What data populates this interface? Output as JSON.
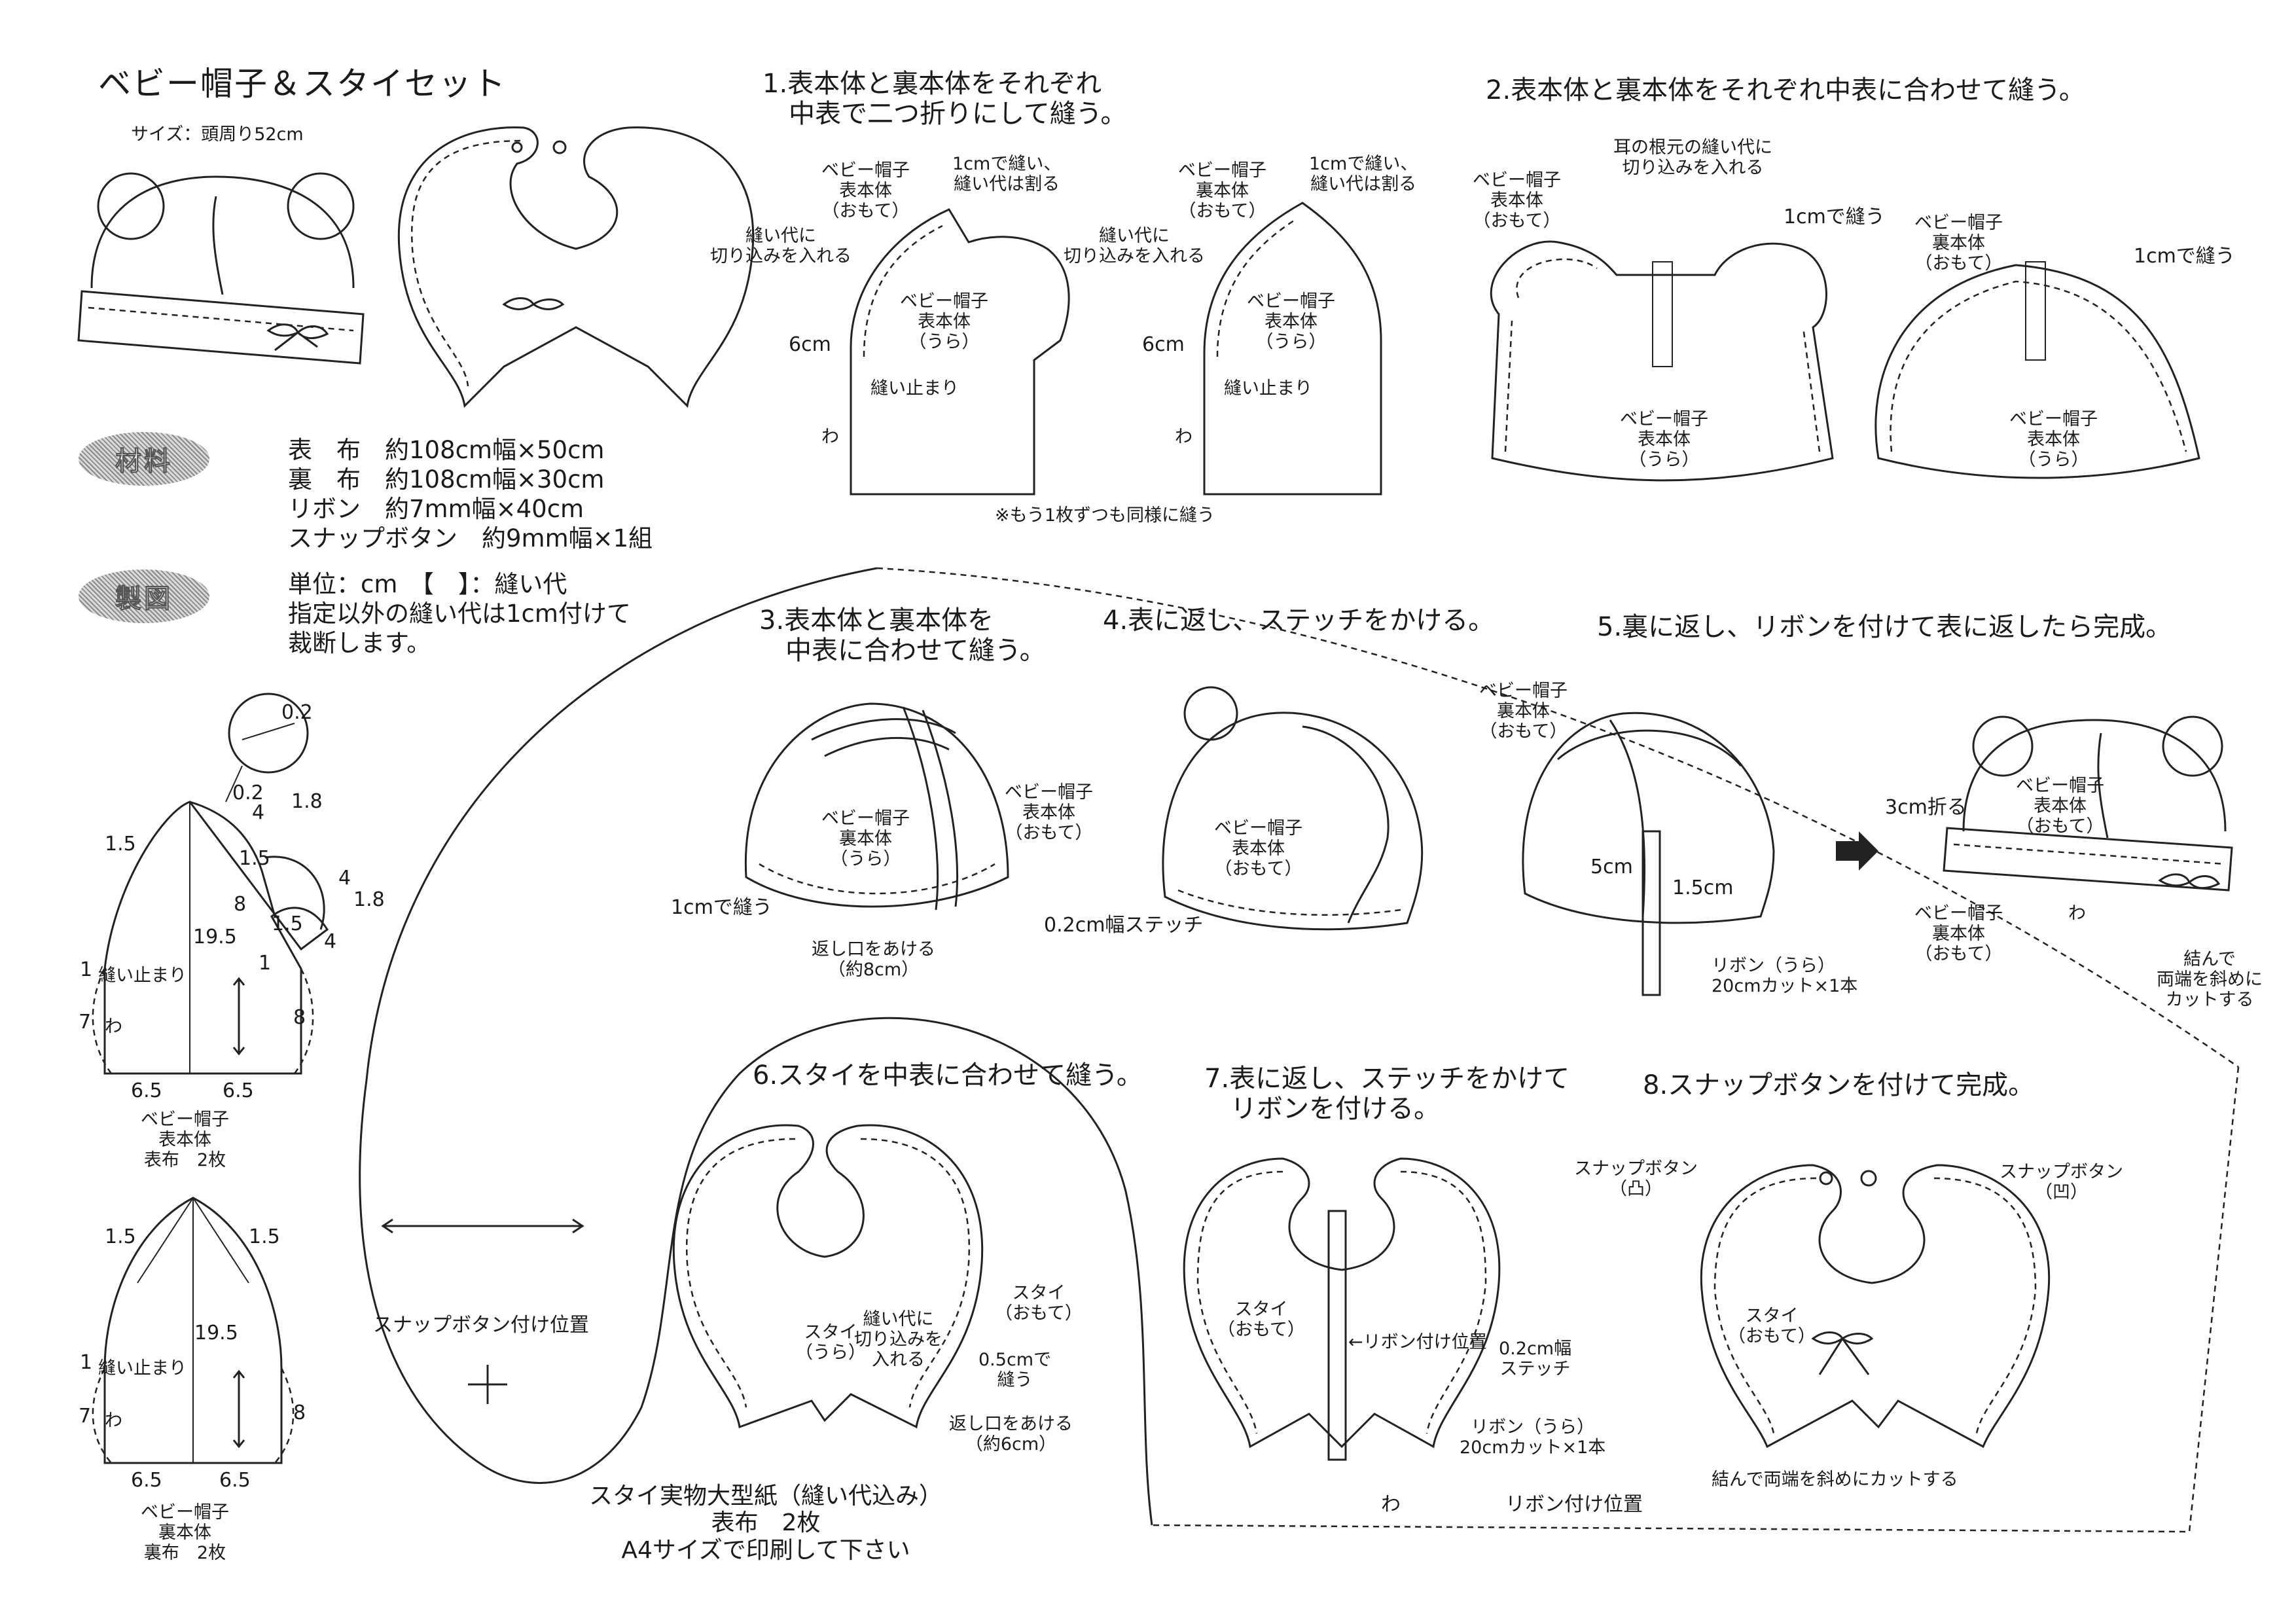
{
  "title": "ベビー帽子＆スタイセット",
  "size": "サイズ：頭周り52cm",
  "badges": {
    "materials": "材料",
    "drafting": "製図"
  },
  "materials": [
    "表　布　約108cm幅×50cm",
    "裏　布　約108cm幅×30cm",
    "リボン　約7mm幅×40cm",
    "スナップボタン　約9mm幅×1組"
  ],
  "drafting_note": [
    "単位：cm　【　】：縫い代",
    "指定以外の縫い代は1cm付けて",
    "裁断します。"
  ],
  "steps": {
    "s1": "1.表本体と裏本体をそれぞれ\n　中表で二つ折りにして縫う。",
    "s2": "2.表本体と裏本体をそれぞれ中表に合わせて縫う。",
    "s3": "3.表本体と裏本体を\n　中表に合わせて縫う。",
    "s4": "4.表に返し、ステッチをかける。",
    "s5": "5.裏に返し、リボンを付けて表に返したら完成。",
    "s6": "6.スタイを中表に合わせて縫う。",
    "s7": "7.表に返し、ステッチをかけて\n　リボンを付ける。",
    "s8": "8.スナップボタンを付けて完成。"
  },
  "step1": {
    "left": {
      "piece": "ベビー帽子\n表本体\n（おもて）",
      "seam": "1cmで縫い、\n縫い代は割る",
      "clip": "縫い代に\n切り込みを入れる",
      "inner": "ベビー帽子\n表本体\n（うら）",
      "cm": "6cm",
      "stop": "縫い止まり",
      "fold": "わ"
    },
    "right": {
      "piece": "ベビー帽子\n裏本体\n（おもて）",
      "seam": "1cmで縫い、\n縫い代は割る",
      "clip": "縫い代に\n切り込みを入れる",
      "inner": "ベビー帽子\n表本体\n（うら）",
      "cm": "6cm",
      "stop": "縫い止まり",
      "fold": "わ"
    },
    "note": "※もう1枚ずつも同様に縫う"
  },
  "step2": {
    "ear_clip": "耳の根元の縫い代に\n切り込みを入れる",
    "left_piece": "ベビー帽子\n表本体\n（おもて）",
    "left_seam": "1cmで縫う",
    "left_inner": "ベビー帽子\n表本体\n（うら）",
    "right_piece": "ベビー帽子\n裏本体\n（おもて）",
    "right_seam": "1cmで縫う",
    "right_inner": "ベビー帽子\n表本体\n（うら）"
  },
  "step3": {
    "inner": "ベビー帽子\n裏本体\n（うら）",
    "outer": "ベビー帽子\n表本体\n（おもて）",
    "seam": "1cmで縫う",
    "opening": "返し口をあける\n（約8cm）"
  },
  "step4": {
    "piece": "ベビー帽子\n表本体\n（おもて）",
    "stitch": "0.2cm幅ステッチ"
  },
  "step5": {
    "piece": "ベビー帽子\n裏本体\n（おもて）",
    "cm5": "5cm",
    "cm15": "1.5cm",
    "ribbon": "リボン（うら）\n20cmカット×1本",
    "final_outer": "ベビー帽子\n表本体\n（おもて）",
    "fold": "3cm折る",
    "final_inner": "ベビー帽子\n裏本体\n（おもて）",
    "fold_mark": "わ",
    "cut": "結んで\n両端を斜めに\nカットする"
  },
  "draft_outer": {
    "dims": {
      "a": "0.2",
      "b": "0.2",
      "c": "4",
      "d": "1.8",
      "e": "1.5",
      "f": "1.5",
      "g": "4",
      "h": "1.8",
      "i": "8",
      "j": "1.5",
      "k": "4",
      "l": "1",
      "m": "19.5",
      "n": "1",
      "o": "7",
      "p": "8",
      "q": "6.5",
      "r": "6.5"
    },
    "stop": "縫い止まり",
    "fold": "わ",
    "label": "ベビー帽子\n表本体\n表布　2枚"
  },
  "draft_inner": {
    "dims": {
      "a": "1.5",
      "b": "1.5",
      "c": "19.5",
      "d": "1",
      "e": "7",
      "f": "8",
      "g": "6.5",
      "h": "6.5"
    },
    "stop": "縫い止まり",
    "fold": "わ",
    "label": "ベビー帽子\n裏本体\n裏布　2枚"
  },
  "bib_pattern": {
    "snap": "スナップボタン付け位置",
    "caption": "スタイ実物大型紙（縫い代込み）\n表布　2枚\nA4サイズで印刷して下さい",
    "fold": "わ",
    "ribbon_pos": "リボン付け位置"
  },
  "step6": {
    "outer": "スタイ\n（おもて）",
    "inner": "スタイ\n（うら）",
    "clip": "縫い代に\n切り込みを\n入れる",
    "seam": "0.5cmで\n縫う",
    "opening": "返し口をあける\n（約6cm）"
  },
  "step7": {
    "piece": "スタイ\n（おもて）",
    "ribbon_pos": "←リボン付け位置",
    "stitch": "0.2cm幅\nステッチ",
    "ribbon": "リボン（うら）\n20cmカット×1本"
  },
  "step8": {
    "snap_left": "スナップボタン\n（凸）",
    "snap_right": "スナップボタン\n（凹）",
    "piece": "スタイ\n（おもて）",
    "cut": "結んで両端を斜めにカットする"
  }
}
